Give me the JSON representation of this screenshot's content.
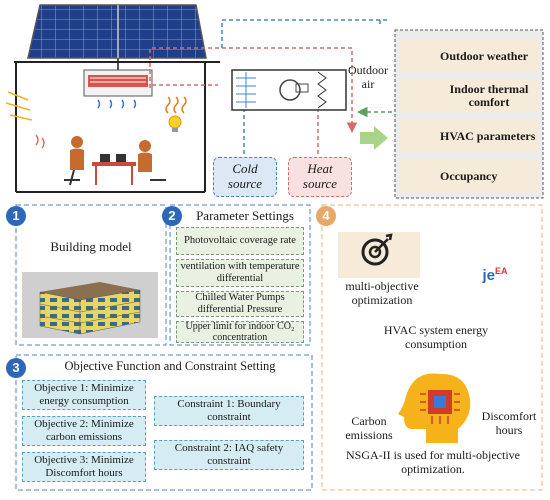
{
  "system": {
    "outdoor_air": "Outdoor\nair",
    "cold_source": "Cold\nsource",
    "heat_source": "Heat\nsource"
  },
  "legend": {
    "items": [
      {
        "label": "Outdoor weather",
        "icon": "cloud-weather-icon"
      },
      {
        "label": "Indoor thermal comfort",
        "icon": "thermometer-icon"
      },
      {
        "label": "HVAC parameters",
        "icon": "hvac-unit-icon"
      },
      {
        "label": "Occupancy",
        "icon": "person-walking-icon"
      }
    ]
  },
  "sections": {
    "building": {
      "number": "1",
      "title": "Building model"
    },
    "params": {
      "number": "2",
      "title": "Parameter Settings",
      "items": [
        "Photovoltaic coverage rate",
        "ventilation with temperature differential",
        "Chilled Water Pumps differential Pressure",
        "Upper limit for indoor CO₂ concentration"
      ]
    },
    "objectives": {
      "number": "3",
      "title": "Objective Function and Constraint Setting",
      "objectives": [
        "Objective 1: Minimize energy consumption",
        "Objective 2: Minimize carbon emissions",
        "Objective 3: Minimize Discomfort hours"
      ],
      "constraints": [
        "Constraint 1: Boundary constraint",
        "Constraint 2: IAQ safety constraint"
      ]
    },
    "optimization": {
      "number": "4",
      "moo_label": "multi-objective\noptimization",
      "logo_main": "je",
      "logo_sup": "EA",
      "hvac_energy": "HVAC system energy\nconsumption",
      "carbon": "Carbon\nemissions",
      "discomfort": "Discomfort\nhours",
      "nsga": "NSGA-II is used for multi-objective\noptimization."
    }
  },
  "colors": {
    "blue_dash": "#4a80c8",
    "orange_dash": "#e8b27a",
    "red_dash": "#d66a6a",
    "green_dash": "#5aa05a",
    "legend_bg": "#f6ead8",
    "param_bg": "#e8f1e2",
    "objective_bg": "#d4ecf2",
    "badge_blue": "#2d67b8",
    "badge_orange": "#e8a868"
  }
}
